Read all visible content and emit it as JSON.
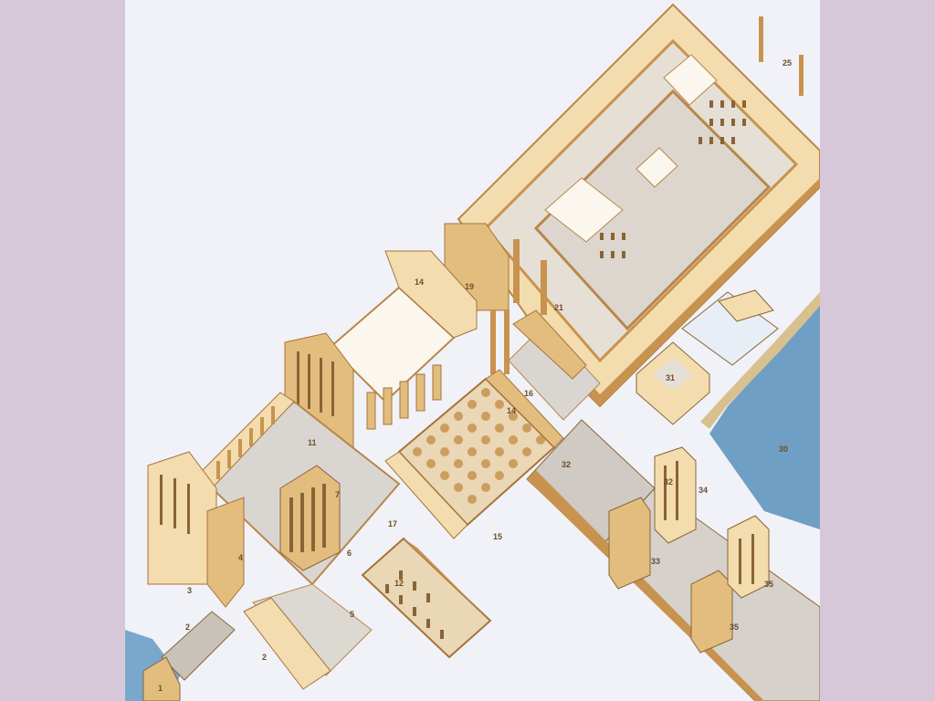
{
  "diagram": {
    "labels": [
      {
        "text": "1"
      },
      {
        "text": "2"
      },
      {
        "text": "2"
      },
      {
        "text": "3"
      },
      {
        "text": "4"
      },
      {
        "text": "5"
      },
      {
        "text": "6"
      },
      {
        "text": "7"
      },
      {
        "text": "11"
      },
      {
        "text": "12"
      },
      {
        "text": "14"
      },
      {
        "text": "14"
      },
      {
        "text": "15"
      },
      {
        "text": "16"
      },
      {
        "text": "17"
      },
      {
        "text": "19"
      },
      {
        "text": "21"
      },
      {
        "text": "25"
      },
      {
        "text": "30"
      },
      {
        "text": "31"
      },
      {
        "text": "32"
      },
      {
        "text": "32"
      },
      {
        "text": "33"
      },
      {
        "text": "34"
      },
      {
        "text": "35"
      },
      {
        "text": "35"
      }
    ]
  },
  "colors": {
    "side_band": "#d7c8d9",
    "background": "#f1f2f8",
    "stone_light": "#f3dcae",
    "stone_mid": "#e3bd7e",
    "stone_dark": "#c8934e",
    "floor": "#d9d6d2",
    "water": "#6f9fc4"
  }
}
